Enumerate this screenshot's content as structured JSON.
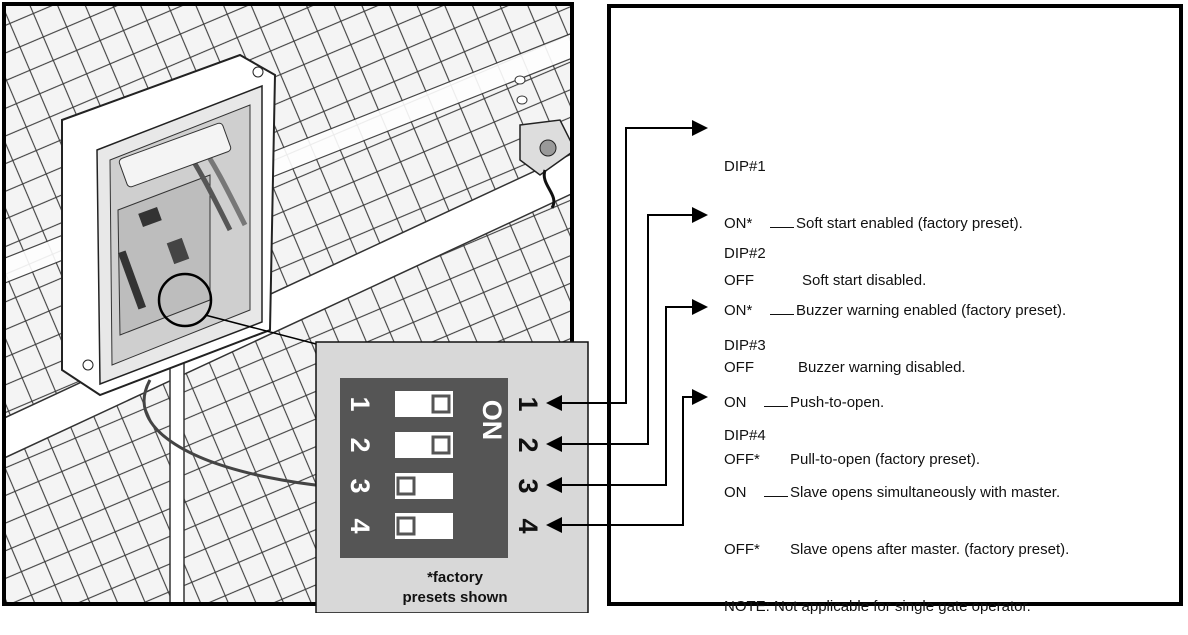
{
  "dip_panel": {
    "on_label": "ON",
    "switch_numbers": [
      "1",
      "2",
      "3",
      "4"
    ],
    "right_numbers": [
      "1",
      "2",
      "3",
      "4"
    ],
    "switch_positions": [
      "on",
      "on",
      "off",
      "off"
    ],
    "footnote_line1": "*factory",
    "footnote_line2": "presets shown",
    "colors": {
      "panel_bg": "#d8d8d8",
      "switch_block": "#555555",
      "switch_well": "#ffffff",
      "knob": "#555555"
    }
  },
  "dips": [
    {
      "title": "DIP#1",
      "options": [
        {
          "state": "ON*",
          "desc": "Soft start enabled (factory preset)."
        },
        {
          "state": "OFF",
          "desc": "Soft start disabled."
        }
      ]
    },
    {
      "title": "DIP#2",
      "options": [
        {
          "state": "ON*",
          "desc": "Buzzer warning enabled (factory preset)."
        },
        {
          "state": "OFF",
          "desc": "Buzzer warning disabled."
        }
      ]
    },
    {
      "title": "DIP#3",
      "options": [
        {
          "state": "ON",
          "desc": "Push-to-open."
        },
        {
          "state": "OFF*",
          "desc": "Pull-to-open (factory preset)."
        }
      ]
    },
    {
      "title": "DIP#4",
      "options": [
        {
          "state": "ON",
          "desc": "Slave opens simultaneously with master."
        },
        {
          "state": "OFF*",
          "desc": "Slave opens after master. (factory preset)."
        }
      ],
      "note": "NOTE: Not applicable for single gate operator."
    }
  ],
  "illustration": {
    "fence_icon": "chain-link-fence",
    "controller_icon": "control-box-enclosure",
    "magnifier_icon": "zoom-circle"
  }
}
